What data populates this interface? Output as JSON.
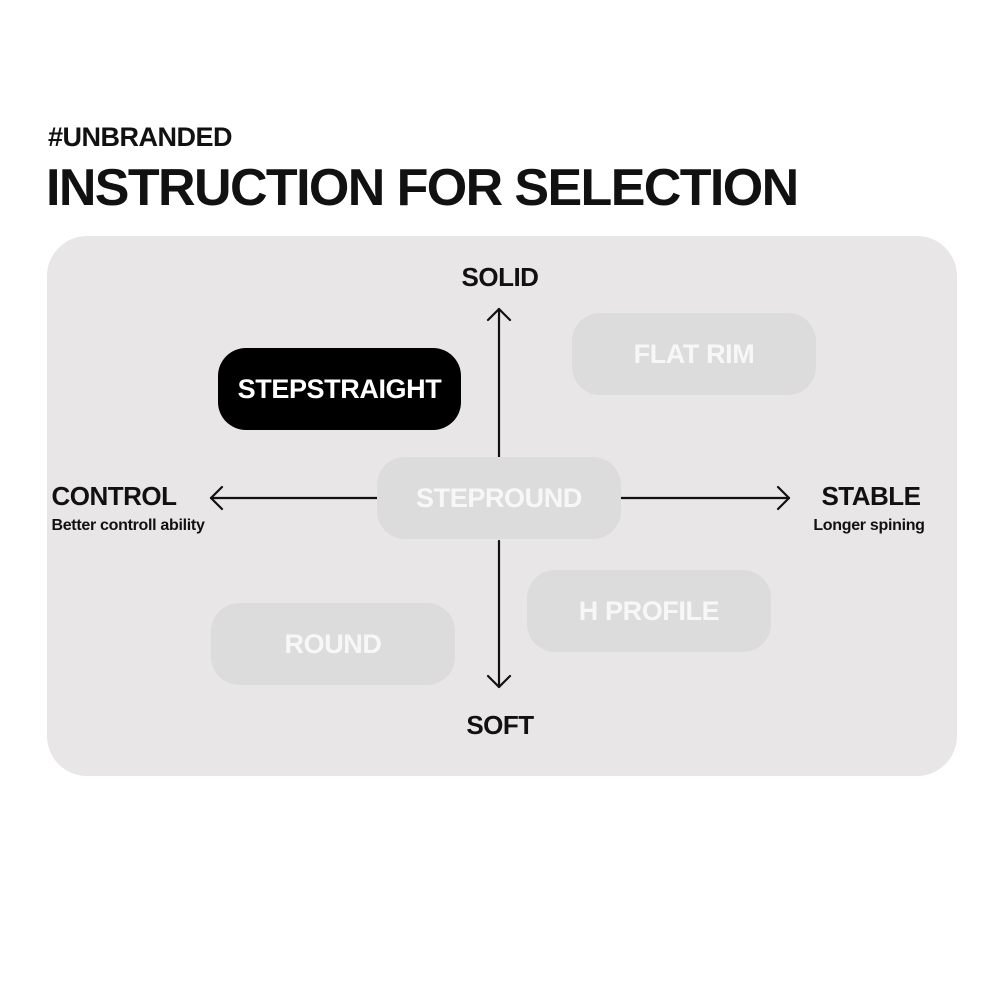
{
  "header": {
    "tag": "#UNBRANDED",
    "title": "INSTRUCTION FOR SELECTION"
  },
  "axes": {
    "top": {
      "label": "SOLID"
    },
    "bottom": {
      "label": "SOFT"
    },
    "left": {
      "label": "CONTROL",
      "sublabel": "Better controll ability"
    },
    "right": {
      "label": "STABLE",
      "sublabel": "Longer spining"
    }
  },
  "options": [
    {
      "label": "STEPSTRAIGHT",
      "selected": true
    },
    {
      "label": "FLAT RIM",
      "selected": false
    },
    {
      "label": "STEPROUND",
      "selected": false
    },
    {
      "label": "H PROFILE",
      "selected": false
    },
    {
      "label": "ROUND",
      "selected": false
    }
  ],
  "colors": {
    "panel": "#e8e6e6",
    "pill": "#dddcdc",
    "pill_text": "#f7f7f7",
    "selected_pill": "#000000",
    "selected_text": "#ffffff",
    "text": "#111111"
  }
}
